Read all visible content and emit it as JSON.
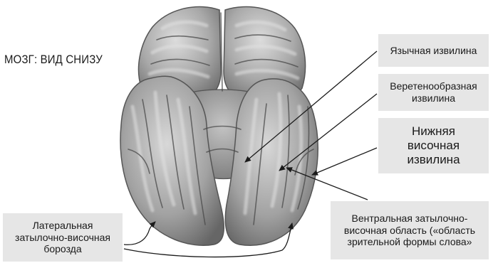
{
  "title": "МОЗГ: ВИД СНИЗУ",
  "labels": {
    "lingual": "Язычная извилина",
    "fusiform": "Веретенообразная\nизвилина",
    "inferior_temporal": "Нижняя\nвисочная\nизвилина",
    "ventral": "Вентральная затылочно-\nвисочная область («область\nзрительной формы слова»",
    "lateral": "Латеральная\nзатылочно-височная\nборозда"
  },
  "colors": {
    "brain_base": "#a8a8a8",
    "brain_highlight": "#d2d2d2",
    "brain_shadow": "#5a5a5a",
    "label_bg": "#e6e6e6",
    "line": "#1a1a1a"
  }
}
